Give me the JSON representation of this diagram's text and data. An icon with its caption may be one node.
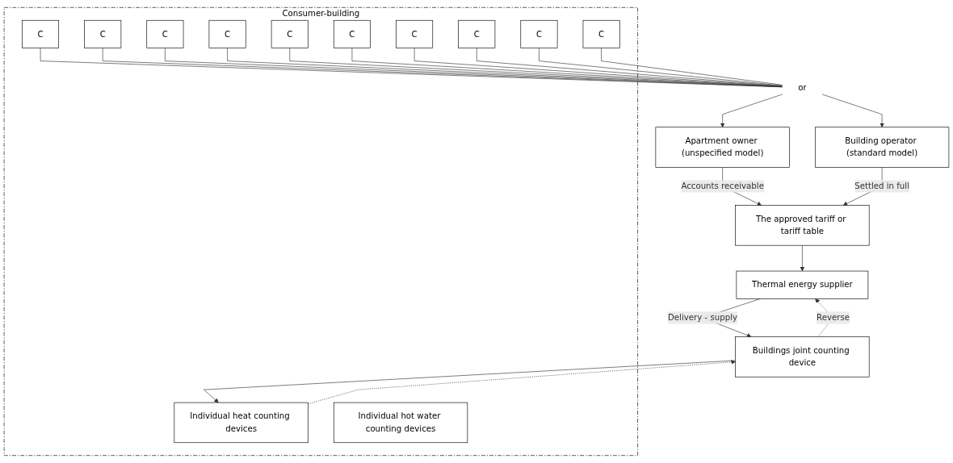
{
  "diagram": {
    "nodes": [
      {
        "text": [
          "Building operator (standard model)"
        ]
      },
      {
        "text": [
          "Apartment owner (unspecified model)"
        ]
      },
      {
        "text": [
          "The approved tariff or tariff table"
        ]
      },
      {
        "text": [
          "or"
        ]
      },
      {
        "text": [
          "Thermal energy supplier"
        ]
      },
      {
        "text": [
          "Consumer-building"
        ]
      },
      {
        "text": [
          "C"
        ],
        "in": 5
      },
      {
        "text": [
          "C"
        ],
        "in": 5
      },
      {
        "text": [
          "C"
        ],
        "in": 5
      },
      {
        "text": [
          "C"
        ],
        "in": 5
      },
      {
        "text": [
          "C"
        ],
        "in": 5
      },
      {
        "text": [
          "C"
        ],
        "in": 5
      },
      {
        "text": [
          "C"
        ],
        "in": 5
      },
      {
        "text": [
          "C"
        ],
        "in": 5
      },
      {
        "text": [
          "C"
        ],
        "in": 5
      },
      {
        "text": [
          "C"
        ],
        "in": 5
      },
      {
        "text": [
          "Individual heat counting devices"
        ],
        "in": 5
      },
      {
        "text": [
          "Individual hot water counting devices"
        ],
        "in": 5
      },
      {
        "text": [
          "Buildings joint counting device"
        ]
      }
    ],
    "edges": [
      {
        "from": 1,
        "to": 2,
        "arrow": "to",
        "label": "Accounts receivable"
      },
      {
        "from": 0,
        "to": 2,
        "arrow": "to",
        "label": "Settled in full"
      },
      {
        "from": 2,
        "to": 4,
        "arrow": "to"
      },
      {
        "from": 3,
        "to": 0,
        "arrow": "to"
      },
      {
        "from": 3,
        "to": 1,
        "arrow": "to"
      },
      {
        "from": 6,
        "to": 3,
        "arrow": "none"
      },
      {
        "from": 7,
        "to": 3,
        "arrow": "none"
      },
      {
        "from": 8,
        "to": 3,
        "arrow": "none"
      },
      {
        "from": 9,
        "to": 3,
        "arrow": "none"
      },
      {
        "from": 10,
        "to": 3,
        "arrow": "none"
      },
      {
        "from": 11,
        "to": 3,
        "arrow": "none"
      },
      {
        "from": 12,
        "to": 3,
        "arrow": "none"
      },
      {
        "from": 13,
        "to": 3,
        "arrow": "none"
      },
      {
        "from": 14,
        "to": 3,
        "arrow": "none"
      },
      {
        "from": 15,
        "to": 3,
        "arrow": "none"
      },
      {
        "from": 18,
        "to": 4,
        "arrow": "to",
        "label": "Reverse",
        "style": "dashed"
      },
      {
        "from": 4,
        "to": 18,
        "arrow": "to",
        "label": "Delivery - supply"
      },
      {
        "from": 16,
        "to": 18,
        "arrow": "to",
        "style": "dashed"
      },
      {
        "from": 18,
        "to": 16,
        "arrow": "to"
      }
    ]
  }
}
